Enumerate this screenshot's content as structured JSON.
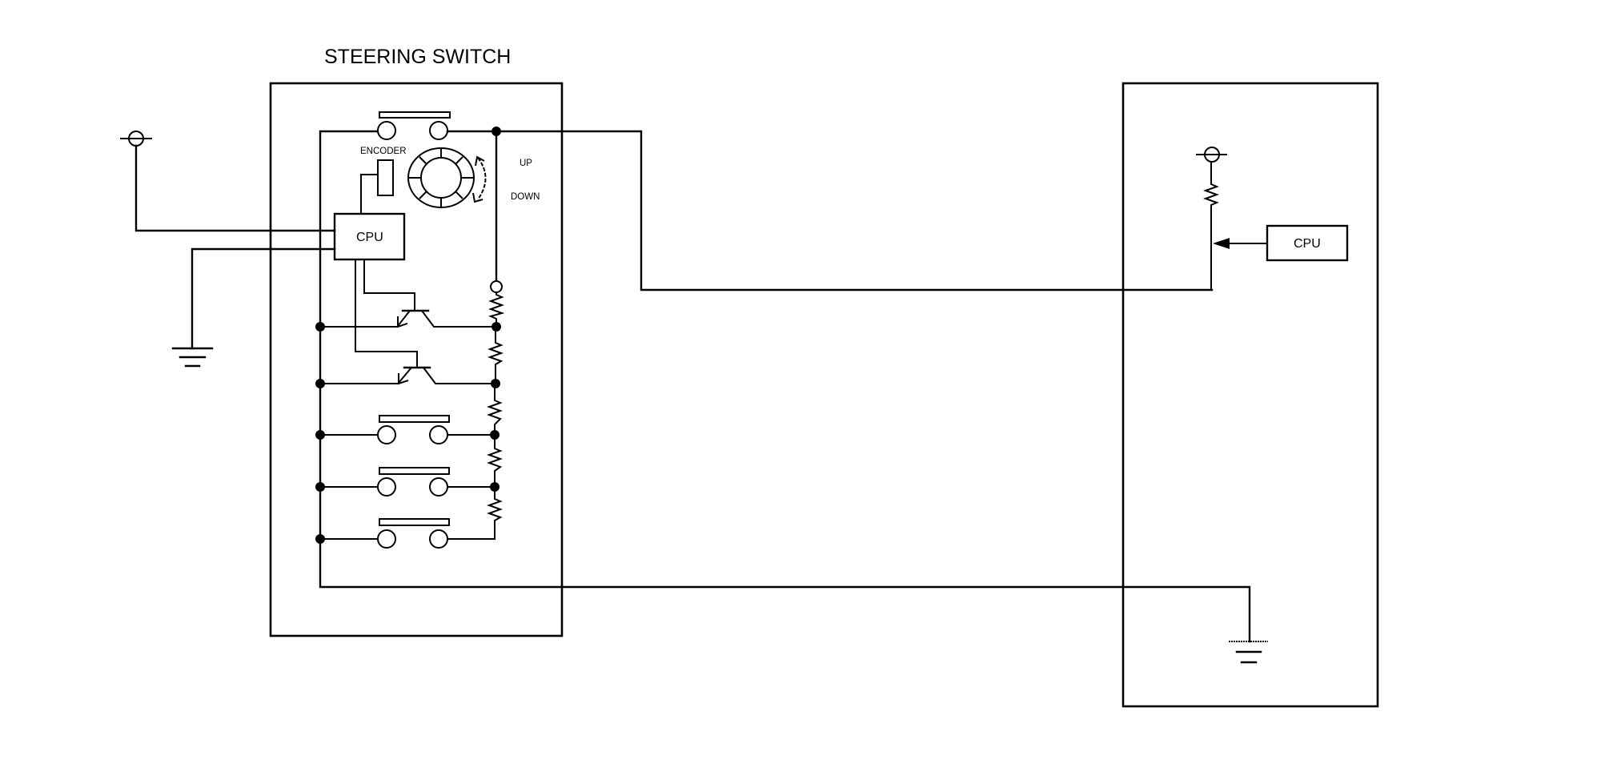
{
  "diagram": {
    "title": "STEERING SWITCH",
    "colors": {
      "line": "#000000",
      "background": "#ffffff"
    },
    "steering_switch": {
      "cpu_label": "CPU",
      "encoder_label": "ENCODER",
      "up_label": "UP",
      "down_label": "DOWN",
      "switch_count": 4,
      "transistor_count": 2,
      "resistor_count": 5
    },
    "receiver_unit": {
      "cpu_label": "CPU"
    },
    "symbols": [
      "power-supply-icon",
      "ground-icon",
      "resistor-icon",
      "transistor-icon",
      "push-switch-icon",
      "encoder-wheel-icon",
      "rotation-arrow-icon",
      "junction-dot"
    ]
  }
}
